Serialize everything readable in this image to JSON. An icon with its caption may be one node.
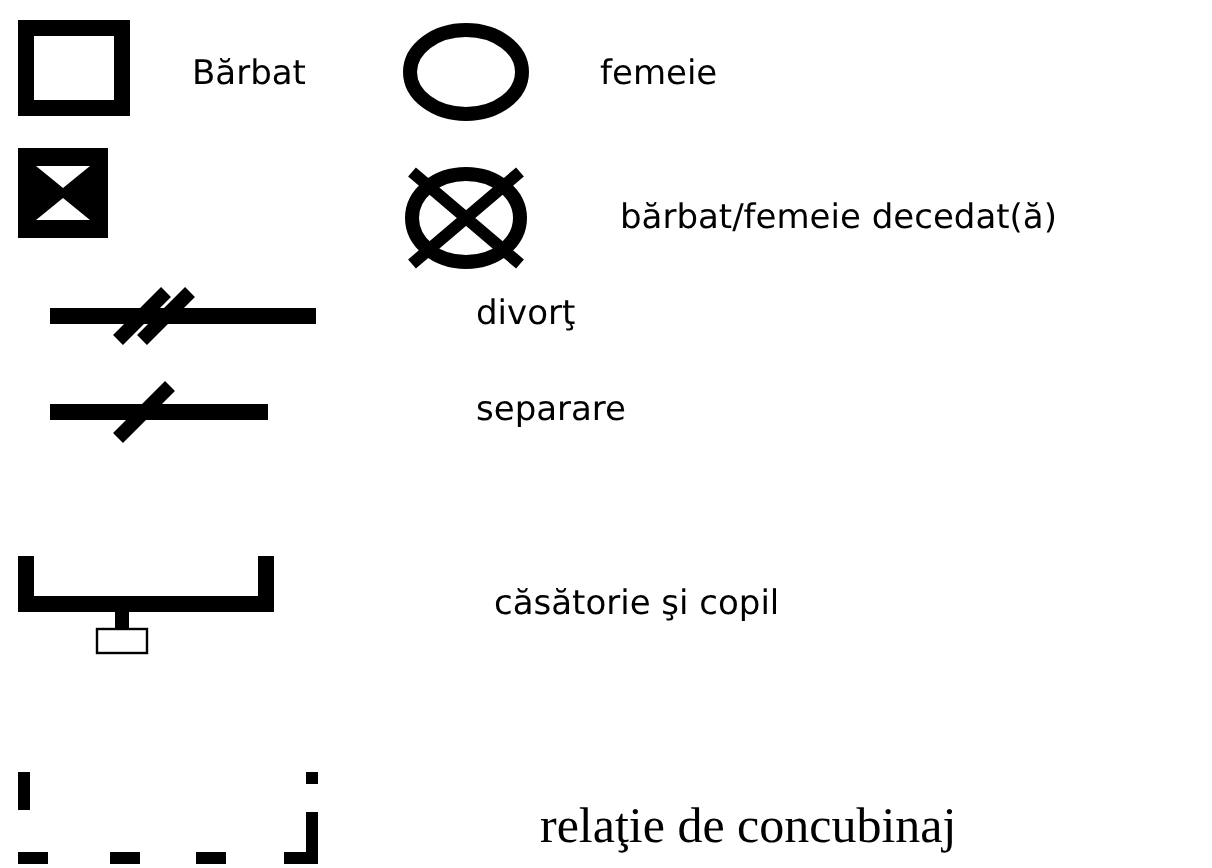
{
  "diagram": {
    "legend": [
      {
        "text": "Bărbat"
      },
      {
        "text": "femeie"
      },
      {
        "text": "bărbat/femeie decedat(ă)"
      },
      {
        "text": "divorţ"
      },
      {
        "text": "separare"
      },
      {
        "text": "căsătorie şi copil"
      },
      {
        "text": "relaţie de concubinaj"
      }
    ]
  }
}
